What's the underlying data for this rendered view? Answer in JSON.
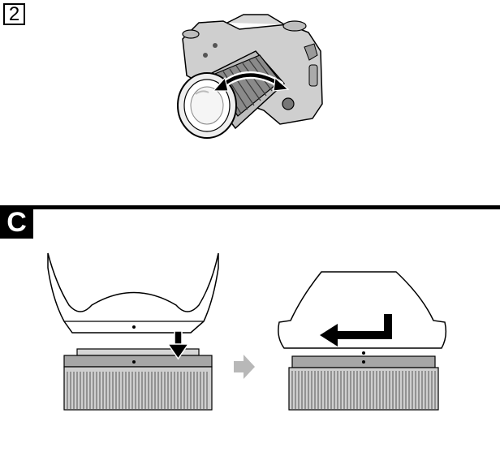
{
  "step": {
    "number": "2"
  },
  "section": {
    "letter": "C"
  },
  "illustrations": {
    "camera": "camera-with-lens-rotation",
    "hood_before": "lens-hood-aligned-over-lens-mount",
    "hood_after": "lens-hood-rotated-to-lock"
  },
  "icons": {
    "rotation_arrows": "curved-double-arrow-icon",
    "down_arrow": "down-arrow-icon",
    "next_arrow": "right-triangle-arrow-icon",
    "lock_arrow": "hook-left-arrow-icon"
  },
  "colors": {
    "line": "#000000",
    "background": "#ffffff",
    "step_arrow": "#b8b8b8",
    "lens_grip": "#8a8a8a",
    "camera_body": "#cfcfcf",
    "lens_band": "#a6a6a6"
  }
}
